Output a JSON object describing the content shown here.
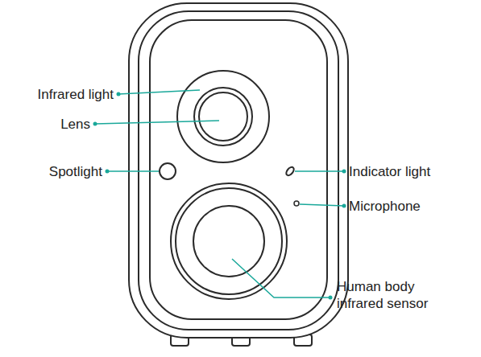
{
  "diagram": {
    "labels": [
      "Infrared light",
      "Lens",
      "Spotlight",
      "Indicator light",
      "Microphone",
      "Human body infrared sensor"
    ]
  }
}
